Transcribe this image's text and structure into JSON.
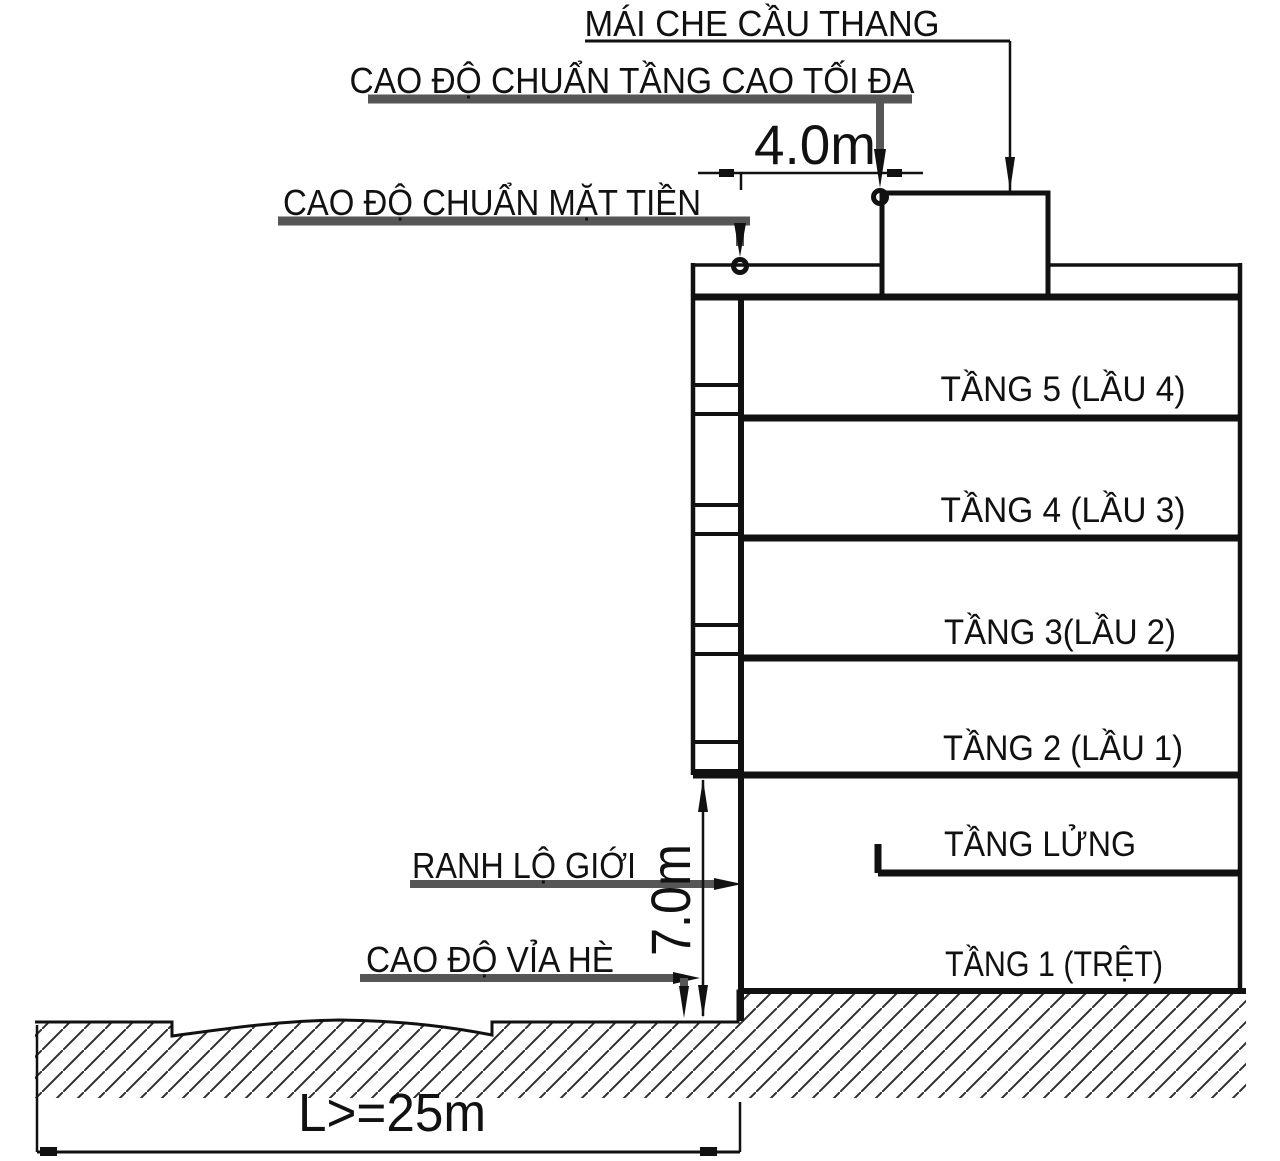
{
  "labels": {
    "roof_cover": "MÁI CHE CẦU THANG",
    "max_height_datum": "CAO ĐỘ CHUẨN TẦNG CAO TỐI ĐA",
    "facade_datum": "CAO ĐỘ CHUẨN MẶT TIỀN",
    "road_boundary": "RANH LỘ GIỚI",
    "sidewalk_datum": "CAO ĐỘ VỈA HÈ"
  },
  "dimensions": {
    "roof_setback": "4.0m",
    "facade_height": "7.0m",
    "lot_length": "L>=25m"
  },
  "floors": [
    "TẦNG 5 (LẦU 4)",
    "TẦNG 4 (LẦU 3)",
    "TẦNG 3(LẦU 2)",
    "TẦNG 2 (LẦU 1)",
    "TẦNG LỬNG",
    "TẦNG 1 (TRỆT)"
  ],
  "colors": {
    "line": "#111111",
    "leader_gray": "#565656",
    "background": "#ffffff"
  }
}
